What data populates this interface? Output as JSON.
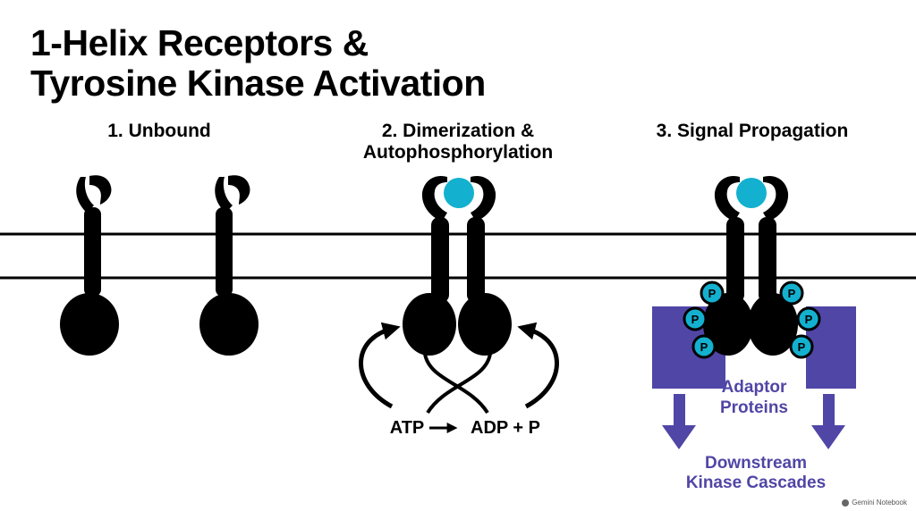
{
  "title": {
    "line1": "1-Helix Receptors &",
    "line2": "Tyrosine Kinase Activation"
  },
  "panels": [
    {
      "title_lines": [
        "1. Unbound"
      ]
    },
    {
      "title_lines": [
        "2. Dimerization &",
        "Autophosphorylation"
      ]
    },
    {
      "title_lines": [
        "3. Signal Propagation"
      ]
    }
  ],
  "reaction": {
    "left": "ATP",
    "right": "ADP + P"
  },
  "phosphate_label": "P",
  "adaptor_label": [
    "Adaptor",
    "Proteins"
  ],
  "downstream_label": [
    "Downstream",
    "Kinase Cascades"
  ],
  "watermark": "Gemini Notebook",
  "colors": {
    "ligand": "#13b1cf",
    "adaptor": "#5046a6",
    "receptor": "#000000"
  }
}
